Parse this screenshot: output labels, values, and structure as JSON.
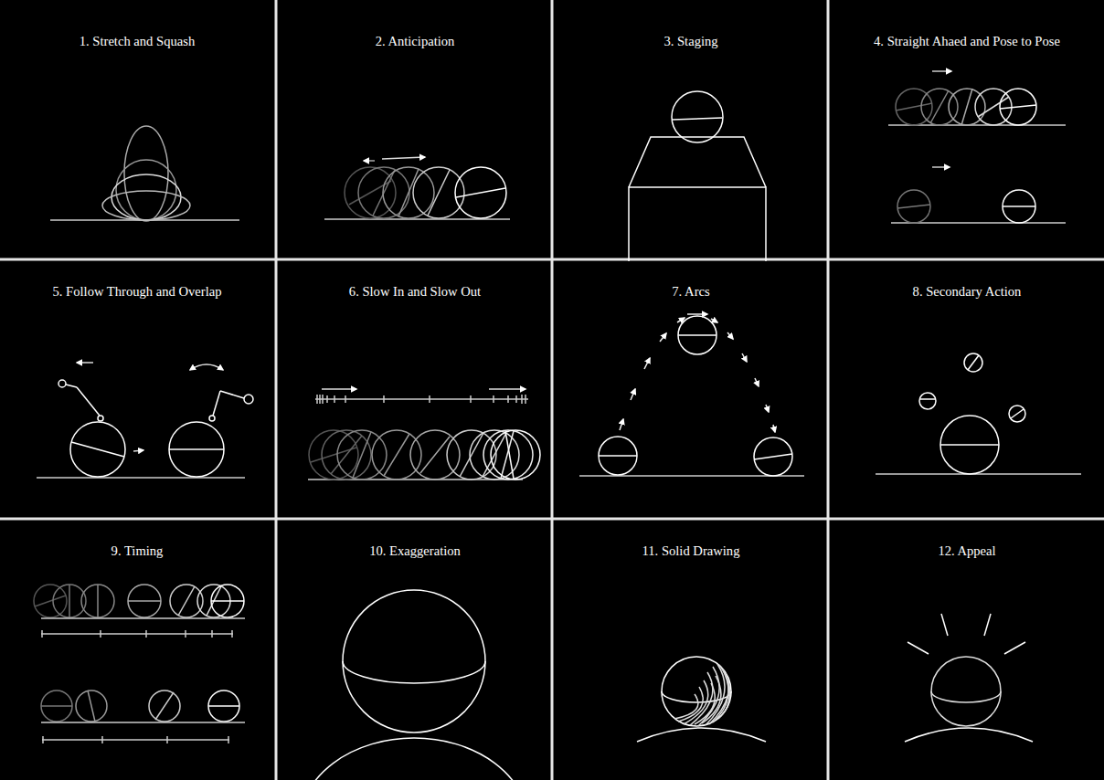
{
  "diagram": {
    "nodes": [
      {
        "text": [
          "1. Stretch and Squash"
        ]
      },
      {
        "text": [
          "2. Anticipation"
        ]
      },
      {
        "text": [
          "3. Staging"
        ]
      },
      {
        "text": [
          "4. Straight Ahaed and Pose to Pose"
        ]
      },
      {
        "text": [
          "5. Follow Through and Overlap"
        ]
      },
      {
        "text": [
          "6. Slow In and Slow Out"
        ]
      },
      {
        "text": [
          "7. Arcs"
        ]
      },
      {
        "text": [
          "8. Secondary Action"
        ]
      },
      {
        "text": [
          "9. Timing"
        ]
      },
      {
        "text": [
          "10. Exaggeration"
        ]
      },
      {
        "text": [
          "11. Solid Drawing"
        ]
      },
      {
        "text": [
          "12. Appeal"
        ]
      }
    ]
  }
}
